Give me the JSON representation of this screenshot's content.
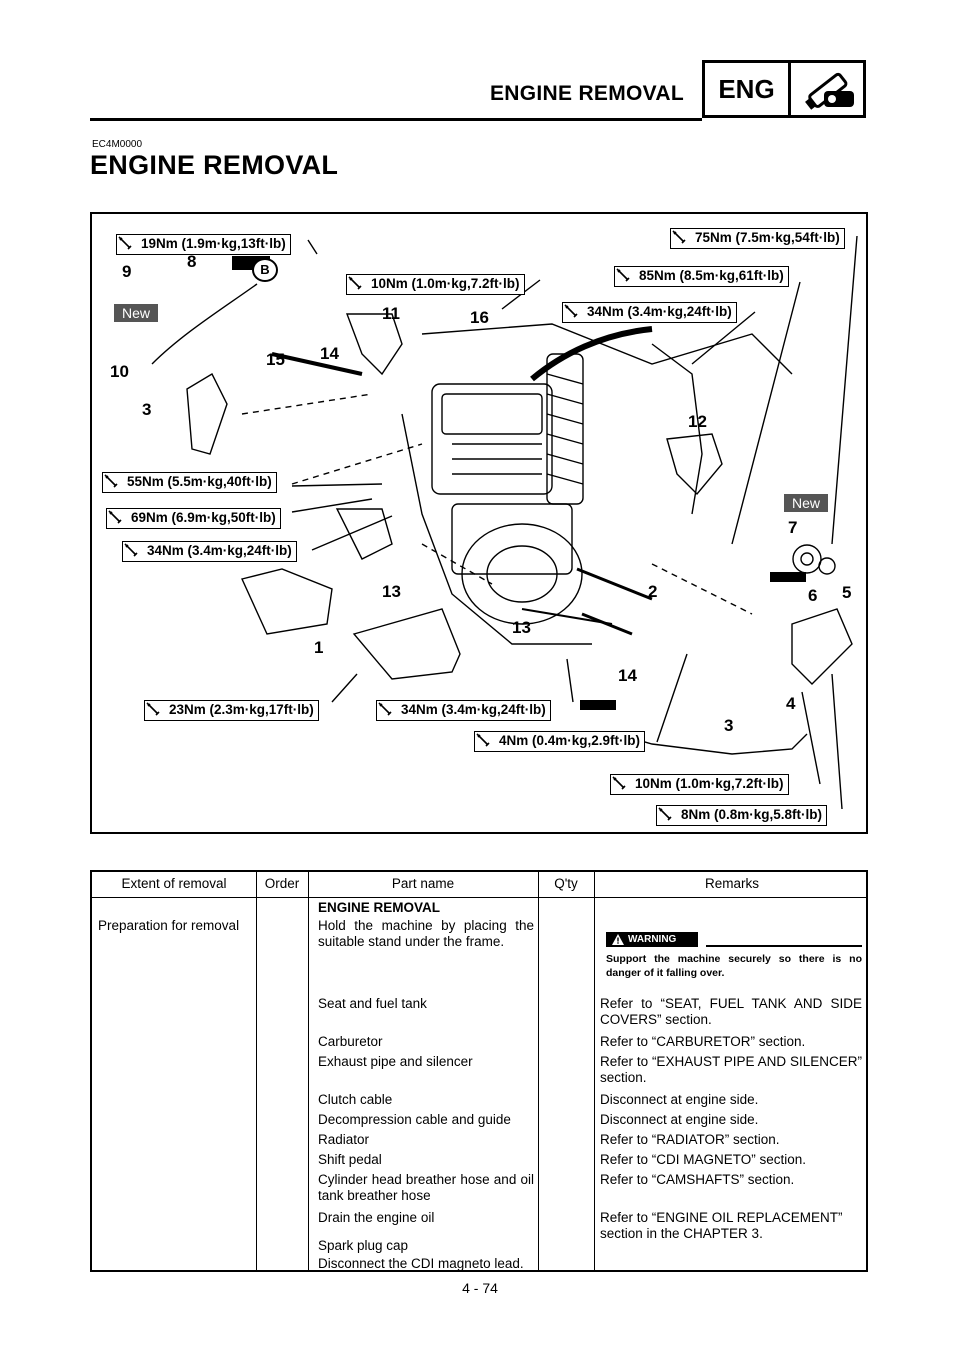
{
  "header": {
    "section_title": "ENGINE REMOVAL",
    "chapter_tag": "ENG",
    "chapter_icon": "engine-wrench-icon"
  },
  "doc_code": "EC4M0000",
  "page_title": "ENGINE REMOVAL",
  "figure": {
    "torques": [
      "19Nm (1.9m·kg,13ft·lb)",
      "10Nm (1.0m·kg,7.2ft·lb)",
      "75Nm (7.5m·kg,54ft·lb)",
      "85Nm (8.5m·kg,61ft·lb)",
      "34Nm (3.4m·kg,24ft·lb)",
      "55Nm (5.5m·kg,40ft·lb)",
      "69Nm (6.9m·kg,50ft·lb)",
      "34Nm (3.4m·kg,24ft·lb)",
      "23Nm (2.3m·kg,17ft·lb)",
      "34Nm (3.4m·kg,24ft·lb)",
      "4Nm (0.4m·kg,2.9ft·lb)",
      "10Nm (1.0m·kg,7.2ft·lb)",
      "8Nm (0.8m·kg,5.8ft·lb)"
    ],
    "callouts": [
      "9",
      "8",
      "10",
      "11",
      "16",
      "15",
      "14",
      "3",
      "12",
      "7",
      "13",
      "2",
      "6",
      "5",
      "1",
      "13",
      "14",
      "4",
      "3"
    ],
    "new_label": "New",
    "grease_label": "B"
  },
  "table": {
    "headers": {
      "extent": "Extent of removal",
      "order": "Order",
      "part": "Part name",
      "qty": "Q'ty",
      "remarks": "Remarks"
    },
    "extent_text": "Preparation for removal",
    "section_heading": "ENGINE REMOVAL",
    "warning_label": "WARNING",
    "warning_text": "Support the machine securely so there is no danger of it falling over.",
    "rows": [
      {
        "part": "Hold the machine by placing the suitable stand under the frame.",
        "remarks": ""
      },
      {
        "part": "Seat and fuel tank",
        "remarks": "Refer to “SEAT, FUEL TANK AND SIDE COVERS” section."
      },
      {
        "part": "Carburetor",
        "remarks": "Refer to “CARBURETOR” section."
      },
      {
        "part": "Exhaust pipe and silencer",
        "remarks": "Refer to “EXHAUST PIPE AND SILENCER” section."
      },
      {
        "part": "Clutch cable",
        "remarks": "Disconnect at engine side."
      },
      {
        "part": "Decompression cable and guide",
        "remarks": "Disconnect at engine side."
      },
      {
        "part": "Radiator",
        "remarks": "Refer to “RADIATOR” section."
      },
      {
        "part": "Shift pedal",
        "remarks": "Refer to “CDI MAGNETO” section."
      },
      {
        "part": "Cylinder head breather hose and oil tank breather hose",
        "remarks": "Refer to “CAMSHAFTS” section."
      },
      {
        "part": "Drain the engine oil",
        "remarks": "Refer to “ENGINE OIL REPLACEMENT” section in the CHAPTER 3."
      },
      {
        "part": "Spark plug cap",
        "remarks": ""
      },
      {
        "part": "Disconnect the CDI magneto lead.",
        "remarks": ""
      }
    ]
  },
  "page_number": "4 - 74"
}
